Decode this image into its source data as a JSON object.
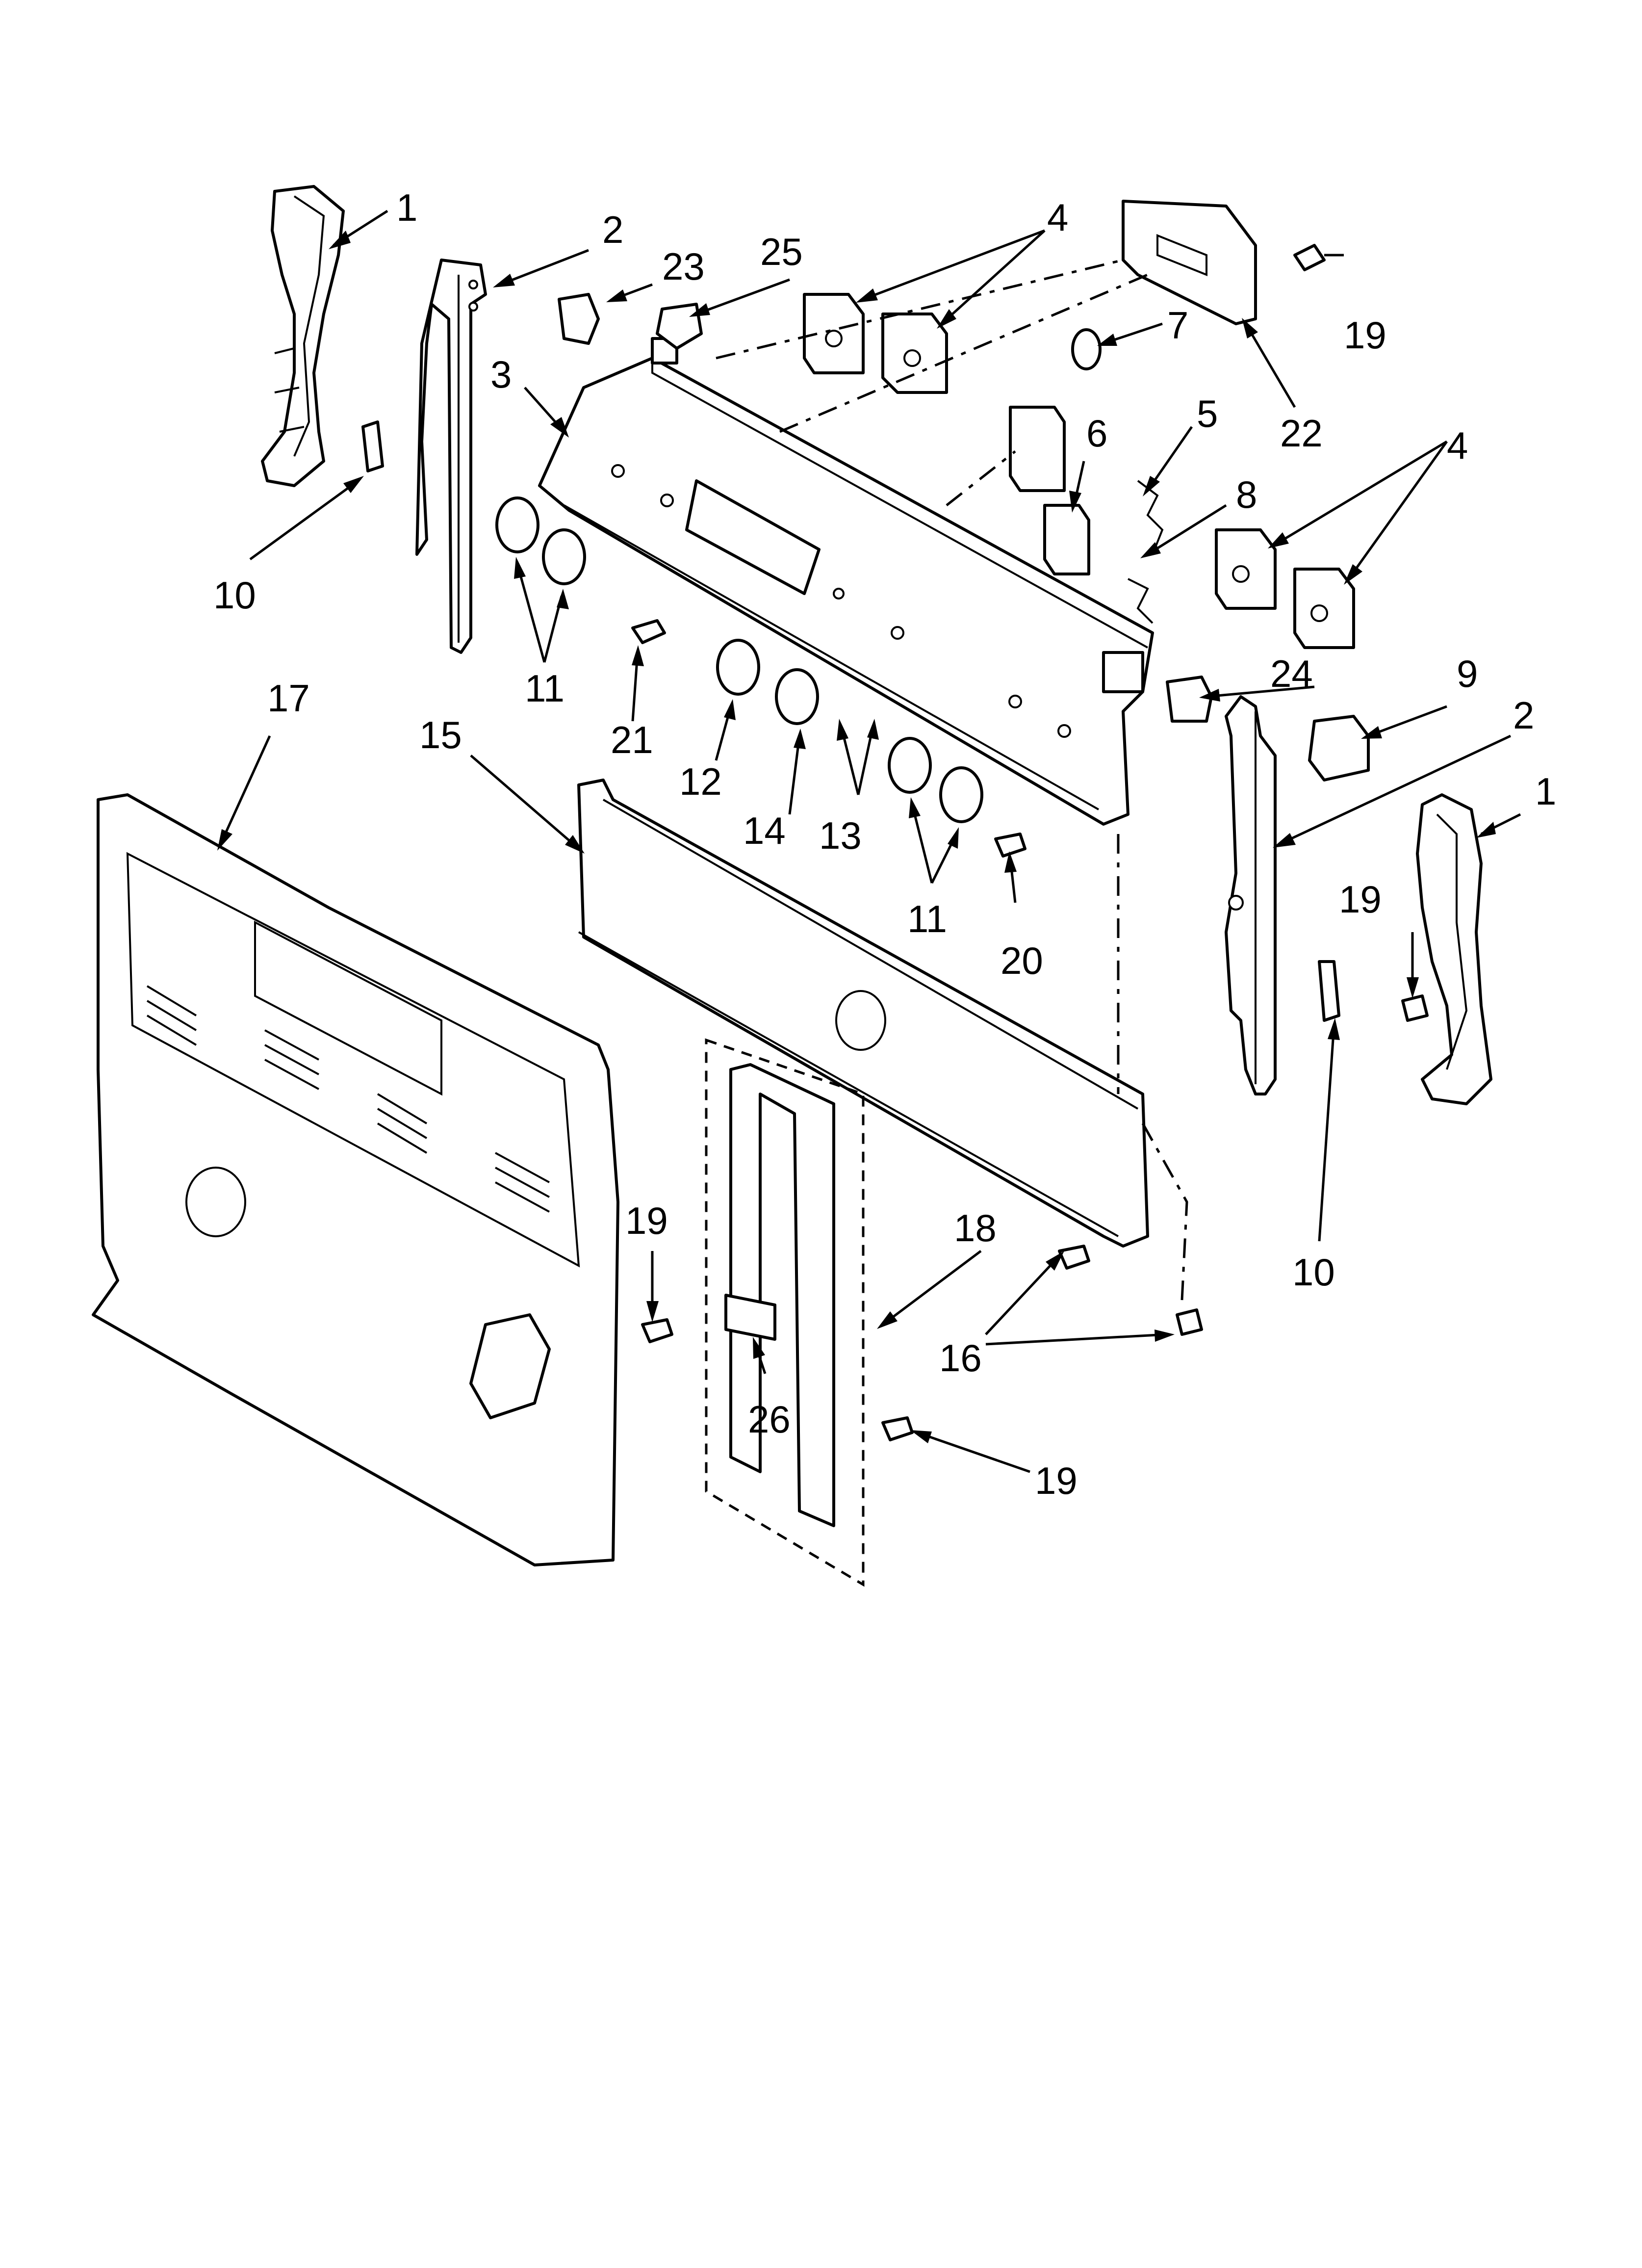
{
  "callouts": [
    {
      "id": "c1a",
      "label": "1"
    },
    {
      "id": "c1b",
      "label": "1"
    },
    {
      "id": "c2a",
      "label": "2"
    },
    {
      "id": "c2b",
      "label": "2"
    },
    {
      "id": "c3",
      "label": "3"
    },
    {
      "id": "c4a",
      "label": "4"
    },
    {
      "id": "c4b",
      "label": "4"
    },
    {
      "id": "c5",
      "label": "5"
    },
    {
      "id": "c6",
      "label": "6"
    },
    {
      "id": "c7",
      "label": "7"
    },
    {
      "id": "c8",
      "label": "8"
    },
    {
      "id": "c9",
      "label": "9"
    },
    {
      "id": "c10a",
      "label": "10"
    },
    {
      "id": "c10b",
      "label": "10"
    },
    {
      "id": "c11a",
      "label": "11"
    },
    {
      "id": "c11b",
      "label": "11"
    },
    {
      "id": "c12",
      "label": "12"
    },
    {
      "id": "c13",
      "label": "13"
    },
    {
      "id": "c14",
      "label": "14"
    },
    {
      "id": "c15",
      "label": "15"
    },
    {
      "id": "c16",
      "label": "16"
    },
    {
      "id": "c17",
      "label": "17"
    },
    {
      "id": "c18",
      "label": "18"
    },
    {
      "id": "c19a",
      "label": "19"
    },
    {
      "id": "c19b",
      "label": "19"
    },
    {
      "id": "c19c",
      "label": "19"
    },
    {
      "id": "c19d",
      "label": "19"
    },
    {
      "id": "c20",
      "label": "20"
    },
    {
      "id": "c21",
      "label": "21"
    },
    {
      "id": "c22",
      "label": "22"
    },
    {
      "id": "c23",
      "label": "23"
    },
    {
      "id": "c24",
      "label": "24"
    },
    {
      "id": "c25",
      "label": "25"
    },
    {
      "id": "c26",
      "label": "26"
    }
  ]
}
